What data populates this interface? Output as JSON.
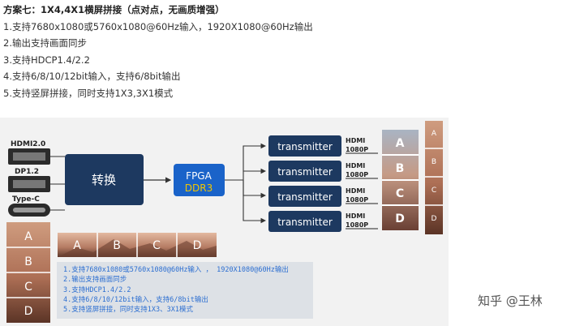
{
  "intro": {
    "title": "方案七：1X4,4X1横屏拼接（点对点，无画质增强）",
    "lines": [
      "1.支持7680x1080或5760x1080@60Hz输入，1920X1080@60Hz输出",
      "2.输出支持画面同步",
      "3.支持HDCP1.4/2.2",
      "4.支持6/8/10/12bit输入，支持6/8bit输出",
      "5.支持竖屏拼接，同时支持1X3,3X1模式"
    ]
  },
  "diagram": {
    "inputs": [
      "HDMI2.0",
      "DP1.2",
      "Type-C"
    ],
    "convert_label": "转换",
    "fpga_label": "FPGA",
    "ddr_label": "DDR3",
    "transmitter_label": "transmitter",
    "outputs": [
      {
        "line1": "HDMI",
        "line2": "1080P",
        "screen": "A"
      },
      {
        "line1": "HDMI",
        "line2": "1080P",
        "screen": "B"
      },
      {
        "line1": "HDMI",
        "line2": "1080P",
        "screen": "C"
      },
      {
        "line1": "HDMI",
        "line2": "1080P",
        "screen": "D"
      }
    ],
    "side_letters": [
      "A",
      "B",
      "C",
      "D"
    ],
    "left_tiles": [
      "A",
      "B",
      "C",
      "D"
    ],
    "bottom_tiles": [
      "A",
      "B",
      "C",
      "D"
    ],
    "colors": {
      "dark_box": "#1d3960",
      "fpga": "#1a63c9",
      "ddr_text": "#f2c500",
      "feature_text": "#2d6fd1"
    }
  },
  "feature_box": {
    "lines": [
      "1.支持7680x1080或5760x1080@60Hz输入 ， 1920X1080@60Hz输出",
      "2.输出支持画面同步",
      "3.支持HDCP1.4/2.2",
      "4.支持6/8/10/12bit输入，支持6/8bit输出",
      "5.支持竖屏拼接，同时支持1X3、3X1模式"
    ]
  },
  "watermark": "知乎 @王林"
}
